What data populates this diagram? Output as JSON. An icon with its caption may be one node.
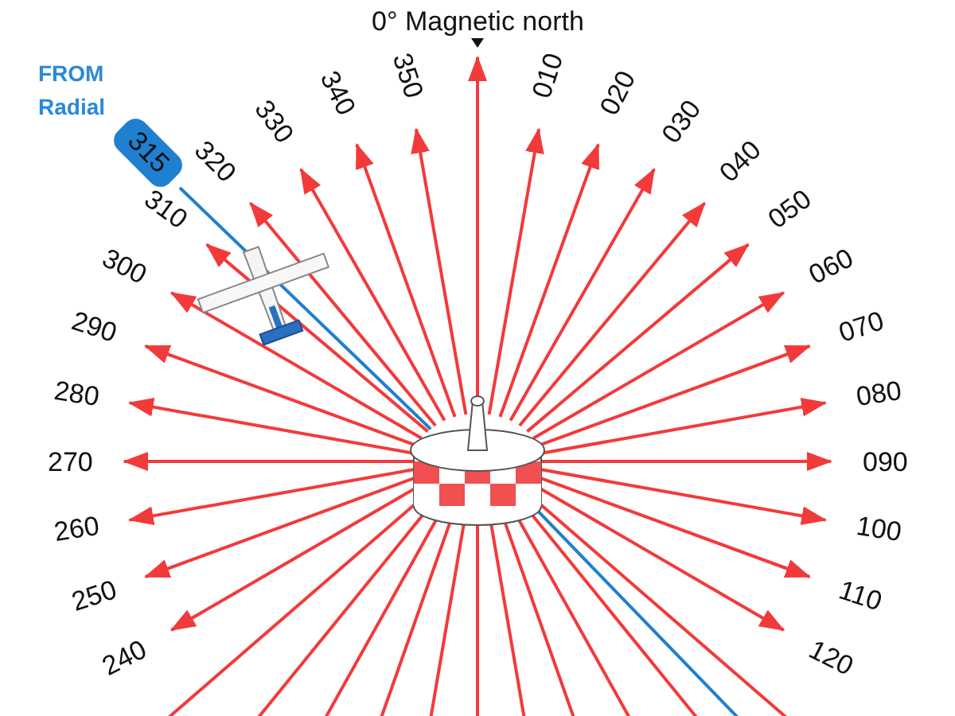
{
  "diagram": {
    "nodes": [
      {
        "text": [],
        "shape": "picture"
      },
      {
        "text": [
          "315"
        ]
      },
      {
        "text": [
          "0° Magnetic north"
        ]
      },
      {
        "text": [
          "010"
        ]
      },
      {
        "text": [
          "020"
        ]
      },
      {
        "text": [
          "030"
        ]
      },
      {
        "text": [
          "040"
        ]
      },
      {
        "text": [
          "050"
        ]
      },
      {
        "text": [
          "060"
        ]
      },
      {
        "text": [
          "070"
        ]
      },
      {
        "text": [
          "080"
        ]
      },
      {
        "text": [
          "090"
        ]
      },
      {
        "text": [
          "100"
        ]
      },
      {
        "text": [
          "110"
        ]
      },
      {
        "text": [
          "120"
        ]
      },
      {
        "text": [
          "240"
        ]
      },
      {
        "text": [
          "250"
        ]
      },
      {
        "text": [
          "260"
        ]
      },
      {
        "text": [
          "270"
        ]
      },
      {
        "text": [
          "280"
        ]
      },
      {
        "text": [
          "290"
        ]
      },
      {
        "text": [
          "300"
        ]
      },
      {
        "text": [
          "310"
        ]
      },
      {
        "text": [
          "320"
        ]
      },
      {
        "text": [
          "330"
        ]
      },
      {
        "text": [
          "340"
        ]
      },
      {
        "text": [
          "350"
        ]
      }
    ],
    "edges": [
      {
        "from": 0,
        "to": 2,
        "arrow": "to"
      },
      {
        "from": 0,
        "to": 3,
        "arrow": "to"
      },
      {
        "from": 0,
        "to": 4,
        "arrow": "to"
      },
      {
        "from": 0,
        "to": 5,
        "arrow": "to"
      },
      {
        "from": 0,
        "to": 6,
        "arrow": "to"
      },
      {
        "from": 0,
        "to": 7,
        "arrow": "to"
      },
      {
        "from": 0,
        "to": 8,
        "arrow": "to"
      },
      {
        "from": 0,
        "to": 9,
        "arrow": "to"
      },
      {
        "from": 0,
        "to": 10,
        "arrow": "to"
      },
      {
        "from": 0,
        "to": 11,
        "arrow": "to"
      },
      {
        "from": 0,
        "to": 12,
        "arrow": "to"
      },
      {
        "from": 0,
        "to": 13,
        "arrow": "to"
      },
      {
        "from": 0,
        "to": 14,
        "arrow": "to"
      },
      {
        "from": 0,
        "to": null,
        "arrow": "none"
      },
      {
        "from": 0,
        "to": null,
        "arrow": "none"
      },
      {
        "from": 0,
        "to": null,
        "arrow": "none"
      },
      {
        "from": 0,
        "to": null,
        "arrow": "none"
      },
      {
        "from": 0,
        "to": null,
        "arrow": "none"
      },
      {
        "from": 0,
        "to": null,
        "arrow": "none"
      },
      {
        "from": 0,
        "to": null,
        "arrow": "none"
      },
      {
        "from": 0,
        "to": null,
        "arrow": "none"
      },
      {
        "from": 0,
        "to": null,
        "arrow": "none"
      },
      {
        "from": 0,
        "to": null,
        "arrow": "none"
      },
      {
        "from": 0,
        "to": null,
        "arrow": "none"
      },
      {
        "from": 0,
        "to": 15,
        "arrow": "to"
      },
      {
        "from": 0,
        "to": 16,
        "arrow": "to"
      },
      {
        "from": 0,
        "to": 17,
        "arrow": "to"
      },
      {
        "from": 0,
        "to": 18,
        "arrow": "to"
      },
      {
        "from": 0,
        "to": 19,
        "arrow": "to"
      },
      {
        "from": 0,
        "to": 20,
        "arrow": "to"
      },
      {
        "from": 0,
        "to": 21,
        "arrow": "to"
      },
      {
        "from": 0,
        "to": 22,
        "arrow": "to"
      },
      {
        "from": 0,
        "to": 23,
        "arrow": "to"
      },
      {
        "from": 0,
        "to": 24,
        "arrow": "to"
      },
      {
        "from": 0,
        "to": 25,
        "arrow": "to"
      },
      {
        "from": 0,
        "to": 26,
        "arrow": "to"
      },
      {
        "from": 0,
        "to": 1,
        "arrow": "none",
        "color": "#1f7fd0"
      },
      {
        "from": 0,
        "to": null,
        "arrow": "none",
        "color": "#1f7fd0"
      }
    ],
    "labels": [
      "FROM Radial"
    ]
  }
}
